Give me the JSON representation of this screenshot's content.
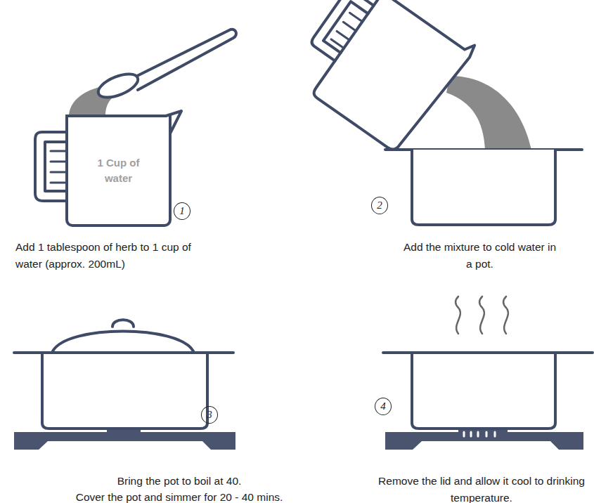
{
  "diagram": {
    "nodes": [
      {
        "text": [
          "1 Cup of water"
        ]
      },
      {
        "text": [
          "1"
        ]
      },
      {
        "text": [
          "2"
        ]
      },
      {
        "text": [
          "3"
        ]
      },
      {
        "text": [
          "4"
        ]
      }
    ],
    "labels": [
      "Add 1 tablespoon of herb to 1 cup of water (approx. 200mL)",
      "Add the mixture to cold water in a pot.",
      "Bring the pot to boil at 40.",
      "Cover the pot and simmer for 20 - 40 mins.",
      "Remove the lid and allow it cool to drinking temperature."
    ]
  }
}
